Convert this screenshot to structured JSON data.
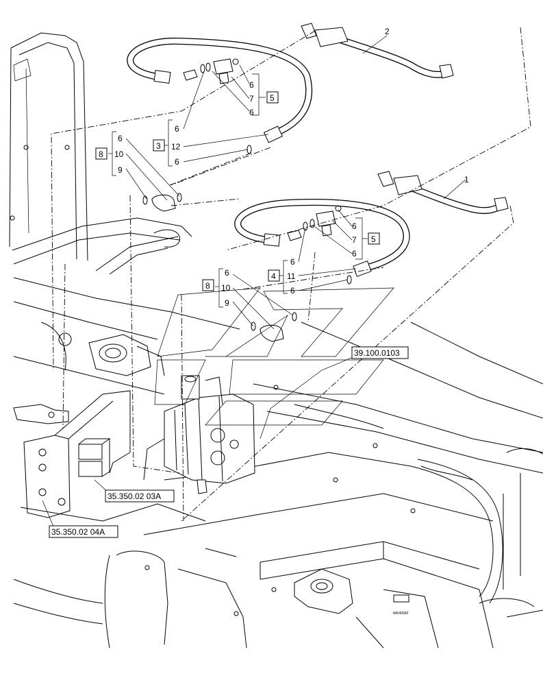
{
  "callouts": {
    "item_1": "1",
    "item_2": "2",
    "item_5": "5",
    "item_3": "3",
    "item_4": "4",
    "item_8": "8",
    "item_6": "6",
    "item_7": "7",
    "item_9": "9",
    "item_10": "10",
    "item_11": "11",
    "item_12": "12"
  },
  "references": {
    "ref_39": "39.100.0103",
    "ref_03a": "35.350.02 03A",
    "ref_04a": "35.350.02 04A"
  },
  "stamp": "84540000"
}
